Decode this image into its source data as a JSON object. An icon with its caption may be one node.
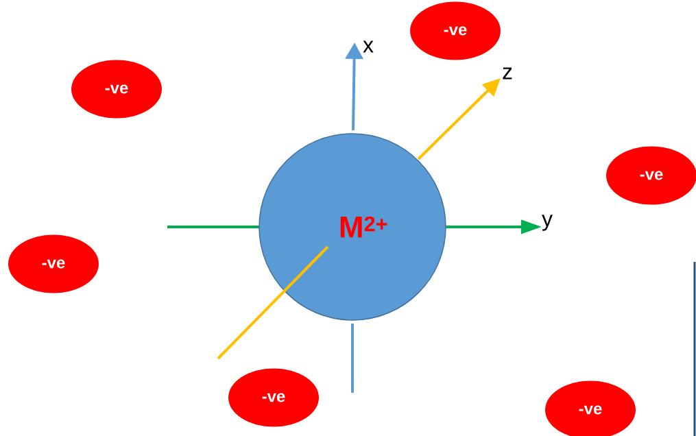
{
  "diagram": {
    "nodes": [
      {
        "text": [
          "M$^{2+}$"
        ]
      },
      {
        "text": [
          "-ve"
        ]
      },
      {
        "text": [
          "-ve"
        ]
      },
      {
        "text": [
          "-ve"
        ]
      },
      {
        "text": [
          "-ve"
        ]
      },
      {
        "text": [
          "-ve"
        ]
      },
      {
        "text": [
          "-ve"
        ]
      }
    ],
    "labels": [
      "x",
      "z",
      "y"
    ]
  }
}
